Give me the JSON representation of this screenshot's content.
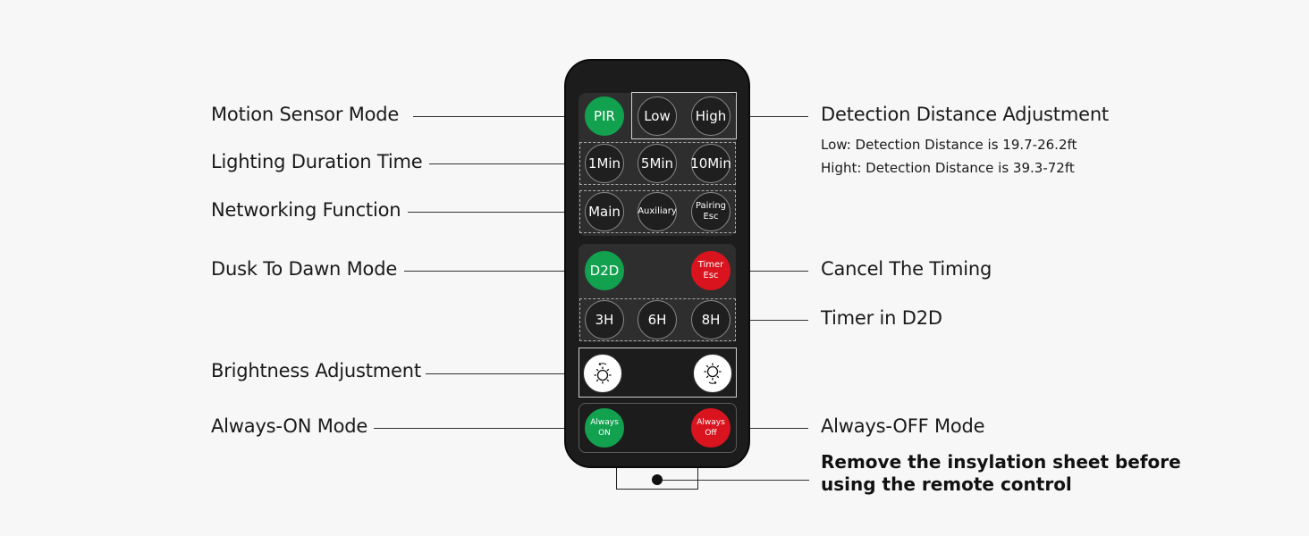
{
  "labels": {
    "motion_sensor_mode": "Motion Sensor Mode",
    "lighting_duration_time": "Lighting Duration Time",
    "networking_function": "Networking Function",
    "dusk_to_dawn_mode": "Dusk To Dawn Mode",
    "brightness_adjustment": "Brightness Adjustment",
    "always_on_mode": "Always-ON Mode",
    "detection_distance_adjustment": "Detection Distance Adjustment",
    "detection_low_note": "Low: Detection Distance is 19.7-26.2ft",
    "detection_high_note": "Hight: Detection Distance is 39.3-72ft",
    "cancel_the_timing": "Cancel The Timing",
    "timer_in_d2d": "Timer in D2D",
    "always_off_mode": "Always-OFF Mode",
    "insulation_note_line1": "Remove the insylation sheet before",
    "insulation_note_line2": "using the remote control"
  },
  "buttons": {
    "pir": "PIR",
    "low": "Low",
    "high": "High",
    "min1": "1Min",
    "min5": "5Min",
    "min10": "10Min",
    "main": "Main",
    "auxiliary": "Auxiliary",
    "pairing_esc": "Pairing\nEsc",
    "d2d": "D2D",
    "timer_esc": "Timer\nEsc",
    "h3": "3H",
    "h6": "6H",
    "h8": "8H",
    "always_on": "Always\nON",
    "always_off": "Always\nOff"
  },
  "colors": {
    "green": "#12a14f",
    "red": "#d9141e",
    "remote_body": "#1c1c1c"
  },
  "icons": {
    "brightness_down": "brightness-down-icon",
    "brightness_up": "brightness-up-icon"
  }
}
